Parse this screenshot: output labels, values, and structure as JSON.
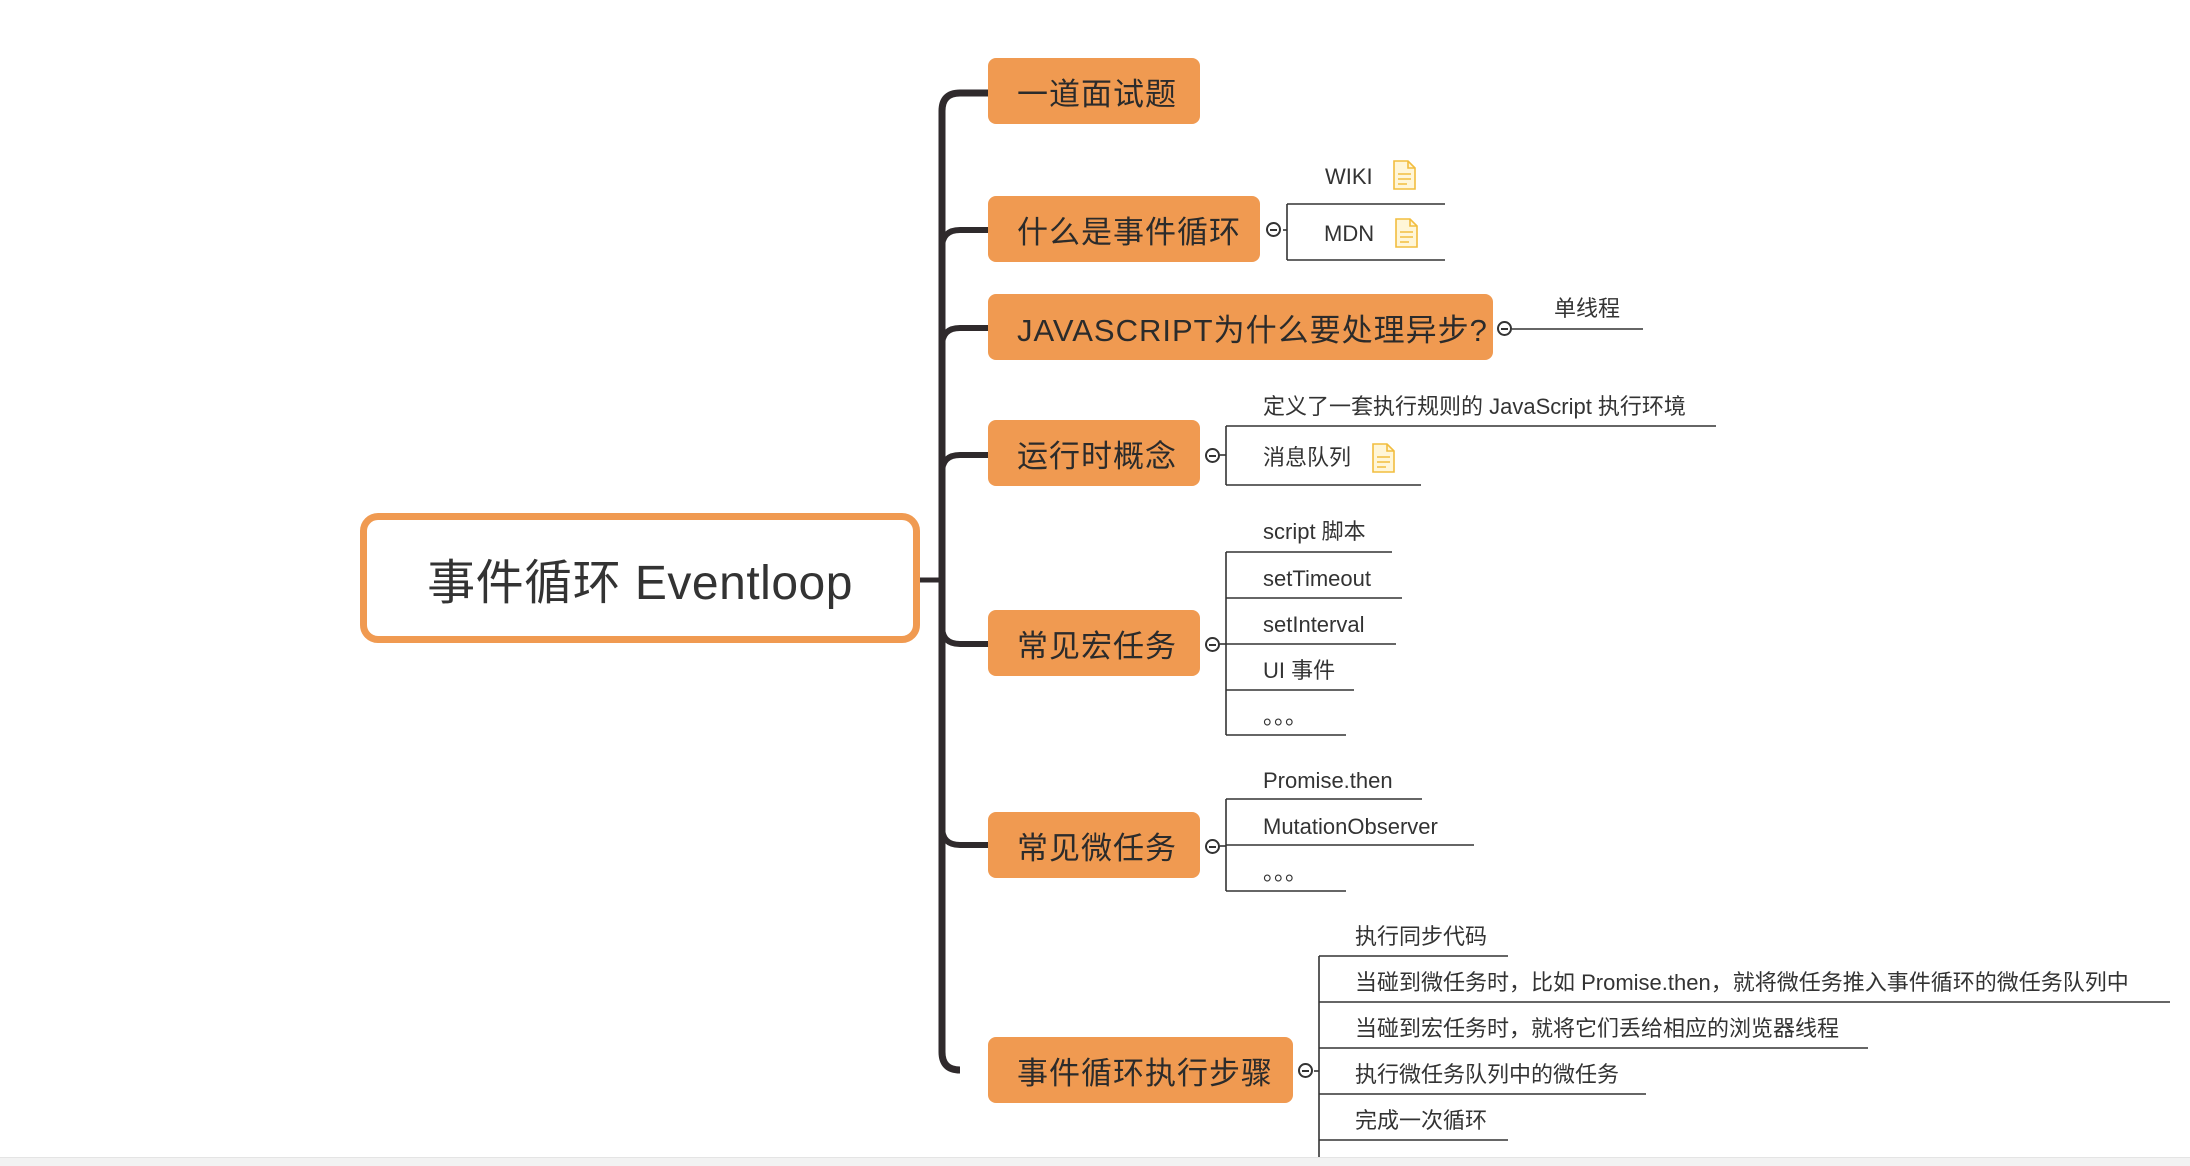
{
  "colors": {
    "accent": "#f09a51",
    "trunk": "#2f2a2c",
    "line": "#333333",
    "note_icon": "#f7c64a"
  },
  "root": {
    "label": "事件循环 Eventloop"
  },
  "branches": [
    {
      "label": "一道面试题",
      "children": []
    },
    {
      "label": "什么是事件循环",
      "children": [
        {
          "label": "WIKI",
          "icon": "note-icon"
        },
        {
          "label": "MDN",
          "icon": "note-icon"
        }
      ]
    },
    {
      "label": "JAVASCRIPT为什么要处理异步?",
      "children": [
        {
          "label": "单线程"
        }
      ]
    },
    {
      "label": "运行时概念",
      "children": [
        {
          "label": "定义了一套执行规则的 JavaScript 执行环境"
        },
        {
          "label": "消息队列",
          "icon": "note-icon"
        }
      ]
    },
    {
      "label": "常见宏任务",
      "children": [
        {
          "label": "script 脚本"
        },
        {
          "label": "setTimeout"
        },
        {
          "label": "setInterval"
        },
        {
          "label": "UI 事件"
        },
        {
          "label": "。。。"
        }
      ]
    },
    {
      "label": "常见微任务",
      "children": [
        {
          "label": "Promise.then"
        },
        {
          "label": "MutationObserver"
        },
        {
          "label": "。。。"
        }
      ]
    },
    {
      "label": "事件循环执行步骤",
      "children": [
        {
          "label": "执行同步代码"
        },
        {
          "label": "当碰到微任务时，比如 Promise.then，就将微任务推入事件循环的微任务队列中"
        },
        {
          "label": "当碰到宏任务时，就将它们丢给相应的浏览器线程"
        },
        {
          "label": "执行微任务队列中的微任务"
        },
        {
          "label": "完成一次循环"
        }
      ]
    }
  ]
}
